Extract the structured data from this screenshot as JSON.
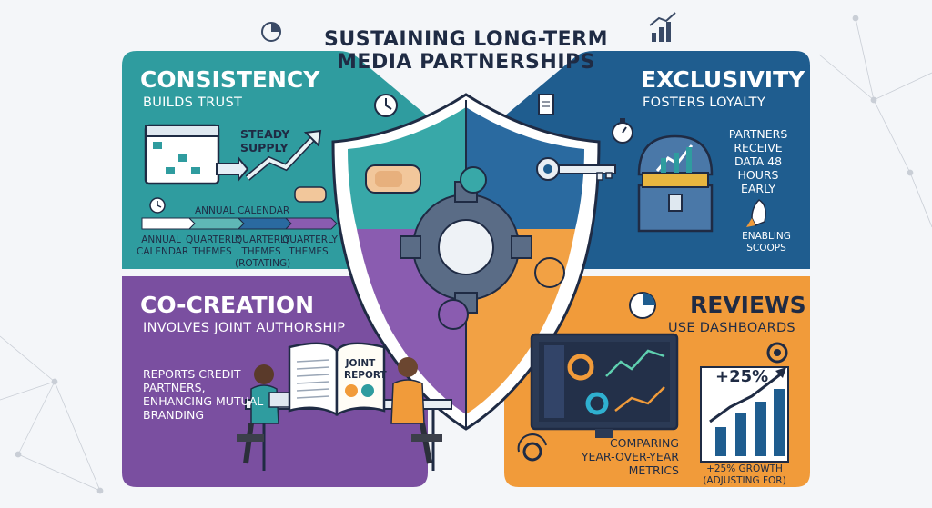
{
  "title": {
    "line1": "SUSTAINING LONG-TERM",
    "line2": "MEDIA PARTNERSHIPS"
  },
  "colors": {
    "teal": "#2f9c9f",
    "blue": "#1f5d8f",
    "purple": "#7a4fa0",
    "orange": "#f19b3a",
    "navy": "#1f2b44",
    "background": "#f4f6f9"
  },
  "quadrants": {
    "consistency": {
      "heading": "CONSISTENCY",
      "subheading": "BUILDS TRUST",
      "steady": {
        "line1": "STEADY",
        "line2": "SUPPLY"
      },
      "annual_calendar_label": "ANNUAL CALENDAR",
      "timeline": [
        {
          "line1": "ANNUAL",
          "line2": "CALENDAR",
          "line3": ""
        },
        {
          "line1": "QUARTERLY",
          "line2": "THEMES",
          "line3": ""
        },
        {
          "line1": "QUARTERLY",
          "line2": "THEMES",
          "line3": "(ROTATING)"
        },
        {
          "line1": "QUARTERLY",
          "line2": "THEMES",
          "line3": ""
        }
      ],
      "icons": [
        "calendar-icon",
        "trend-arrow-icon",
        "handshake-icon",
        "clock-icon"
      ]
    },
    "exclusivity": {
      "heading": "EXCLUSIVITY",
      "subheading": "FOSTERS LOYALTY",
      "note": {
        "line1": "PARTNERS",
        "line2": "RECEIVE",
        "line3": "DATA 48",
        "line4": "HOURS",
        "line5": "EARLY"
      },
      "scoops": {
        "line1": "ENABLING",
        "line2": "SCOOPS"
      },
      "icons": [
        "key-icon",
        "treasure-chest-icon",
        "stopwatch-icon",
        "rocket-icon"
      ]
    },
    "cocreation": {
      "heading": "CO-CREATION",
      "subheading": "INVOLVES JOINT AUTHORSHIP",
      "note": {
        "line1": "REPORTS CREDIT",
        "line2": "PARTNERS,",
        "line3": "ENHANCING MUTUAL",
        "line4": "BRANDING"
      },
      "book": {
        "line1": "JOINT",
        "line2": "REPORT"
      },
      "icons": [
        "open-book-icon",
        "people-at-desk-icon"
      ]
    },
    "reviews": {
      "heading": "REVIEWS",
      "subheading": "USE DASHBOARDS",
      "compare": {
        "line1": "COMPARING",
        "line2": "YEAR-OVER-YEAR",
        "line3": "METRICS"
      },
      "growth_badge": "+25%",
      "growth": {
        "line1": "+25% GROWTH",
        "line2": "(ADJUSTING FOR)"
      },
      "icons": [
        "dashboard-monitor-icon",
        "pie-chart-icon",
        "gear-icon",
        "growth-bar-chart-icon"
      ]
    }
  },
  "center": {
    "icons": [
      "shield-icon",
      "handshake-icon",
      "gear-icon",
      "puzzle-icon"
    ]
  }
}
